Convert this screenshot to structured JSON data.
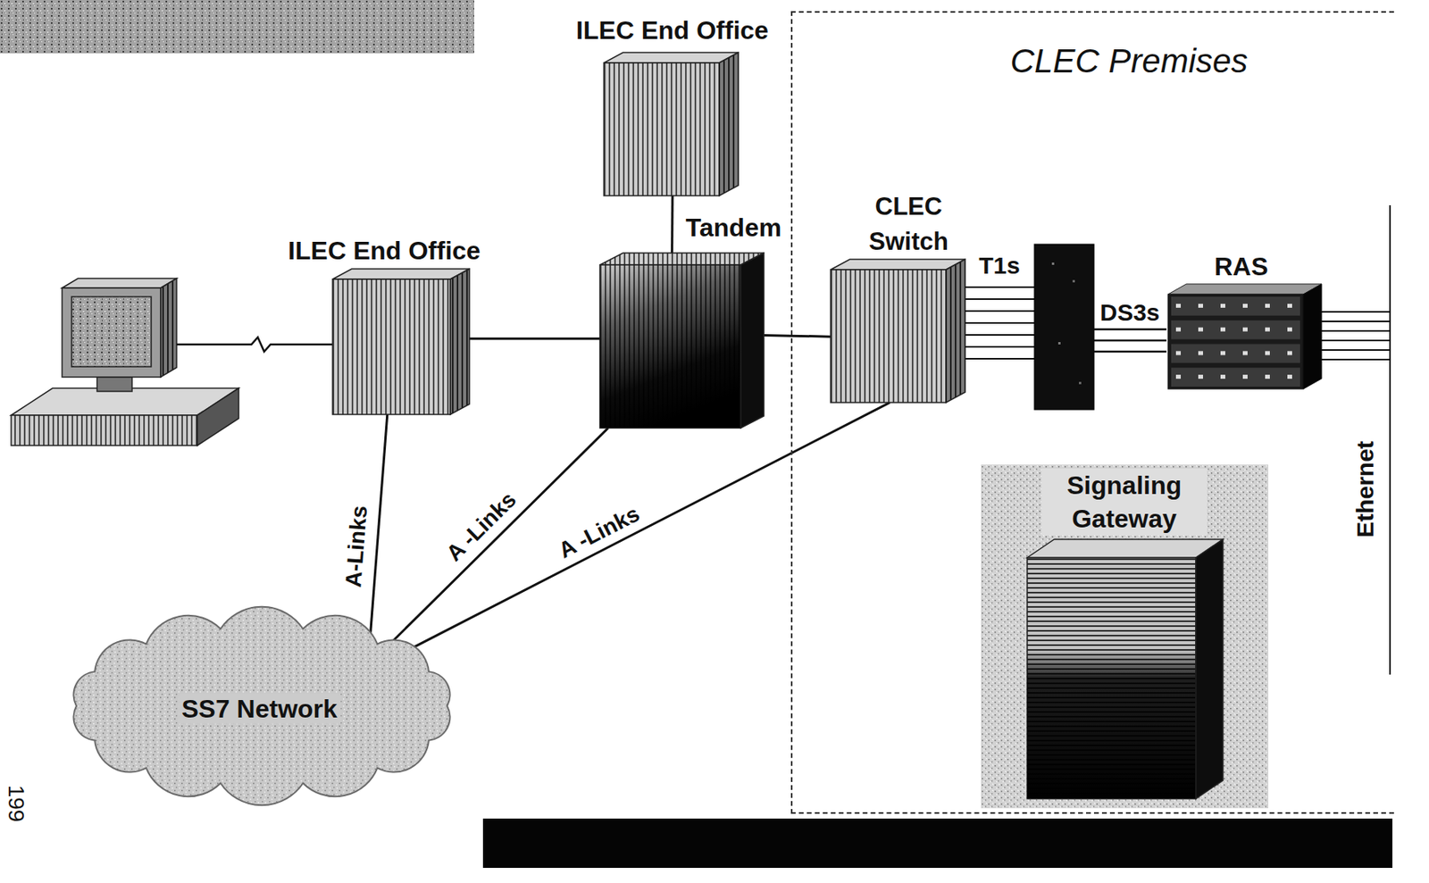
{
  "diagram": {
    "nodes": [
      {
        "text": [
          "ILEC End Office"
        ]
      },
      {
        "text": [
          "CLEC Premises"
        ]
      },
      {
        "text": [
          "Tandem"
        ]
      },
      {
        "text": [
          "CLEC Switch"
        ],
        "in": 1
      },
      {
        "text": [
          "ILEC End Office"
        ]
      },
      {
        "text": [
          "RAS"
        ],
        "in": 1
      },
      {
        "text": [
          "Signaling Gateway"
        ],
        "in": 1
      },
      {
        "text": [
          "SS7 Network"
        ]
      }
    ],
    "edges": [
      {
        "from": 4,
        "to": 2,
        "arrow": "none"
      },
      {
        "from": 0,
        "to": 2,
        "arrow": "none"
      },
      {
        "from": 2,
        "to": 3,
        "arrow": "none"
      },
      {
        "from": 4,
        "to": 7,
        "label": "A-Links",
        "arrow": "none"
      },
      {
        "from": 2,
        "to": 7,
        "label": "A -Links",
        "arrow": "none"
      },
      {
        "from": 3,
        "to": 7,
        "label": "A -Links",
        "arrow": "none"
      }
    ],
    "labels": [
      "T1s",
      "DS3s",
      "Ethernet",
      "199"
    ]
  }
}
